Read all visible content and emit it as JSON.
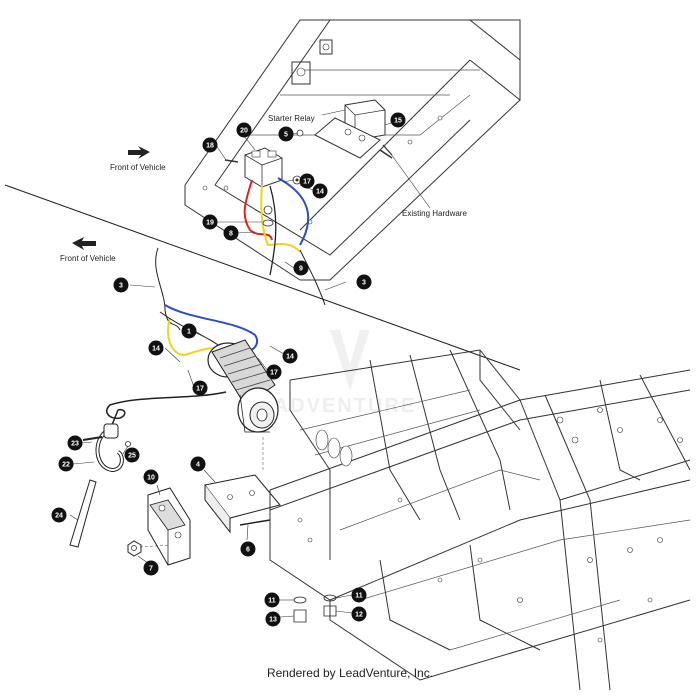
{
  "labels": {
    "front_top": "Front of Vehicle",
    "front_left": "Front of Vehicle",
    "starter_relay": "Starter Relay",
    "existing_hardware": "Existing Hardware",
    "watermark": "ADVENTURE"
  },
  "footer": "Rendered by LeadVenture, Inc.",
  "callouts": [
    "20",
    "15",
    "5",
    "18",
    "17",
    "14",
    "19",
    "8",
    "9",
    "3",
    "3",
    "1",
    "14",
    "14",
    "17",
    "17",
    "23",
    "25",
    "22",
    "10",
    "4",
    "24",
    "6",
    "7",
    "11",
    "11",
    "13",
    "12"
  ],
  "colors": {
    "wire_red": "#e32119",
    "wire_blue": "#2a4fbf",
    "wire_yellow": "#f2d21c",
    "callout_fill": "#111111",
    "line": "#333333"
  }
}
